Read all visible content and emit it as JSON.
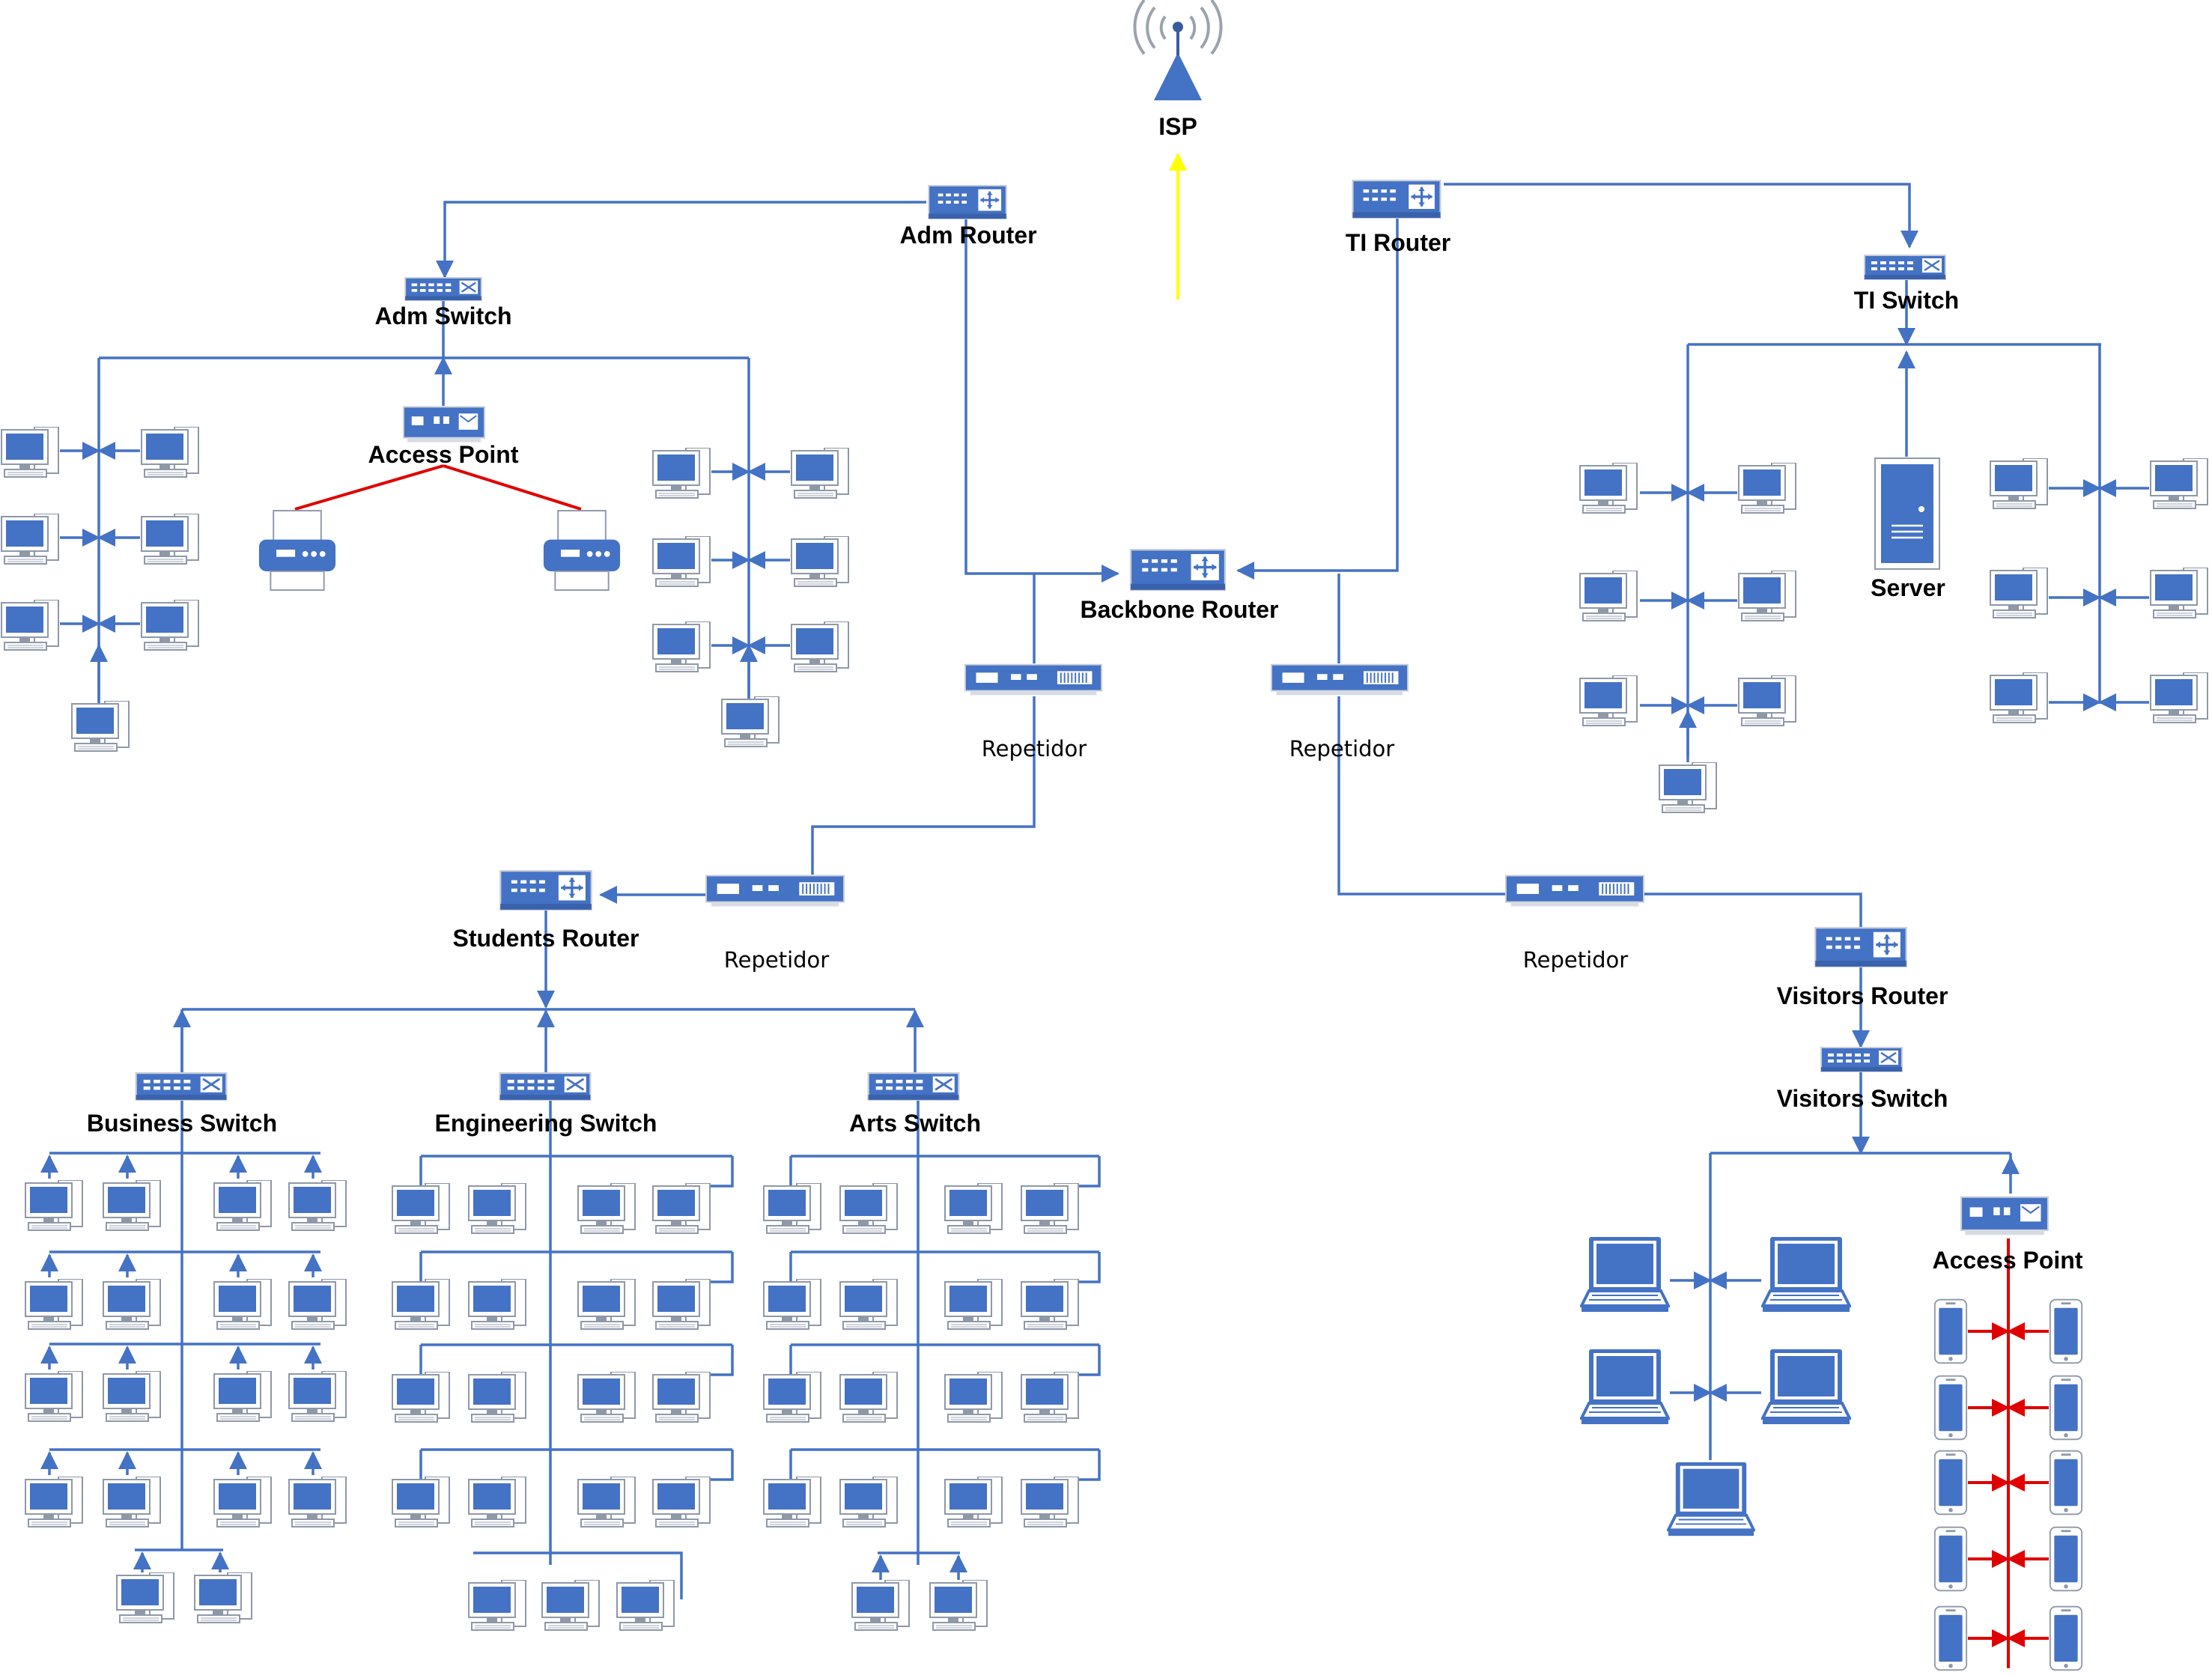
{
  "colors": {
    "link": "#4472C4",
    "device": "#4472C4",
    "device_light": "#ffffff",
    "device_border": "#c9cfd9",
    "internet_link": "#FFFF00",
    "wireless_link": "#E00000",
    "antenna": "#9aa3ad"
  },
  "labels": {
    "isp": "ISP",
    "adm_router": "Adm Router",
    "ti_router": "TI Router",
    "adm_switch": "Adm Switch",
    "ti_switch": "TI Switch",
    "access_point_adm": "Access Point",
    "backbone_router": "Backbone Router",
    "server": "Server",
    "repeater_1": "Repetidor",
    "repeater_2": "Repetidor",
    "repeater_3": "Repetidor",
    "repeater_4": "Repetidor",
    "students_router": "Students Router",
    "visitors_router": "Visitors Router",
    "visitors_switch": "Visitors Switch",
    "business_switch": "Business Switch",
    "engineering_switch": "Engineering Switch",
    "arts_switch": "Arts Switch",
    "access_point_visitors": "Access Point"
  },
  "icons": {
    "router": "router-icon",
    "switch": "switch-icon",
    "repeater": "repeater-icon",
    "access_point": "access-point-icon",
    "desktop": "desktop-computer-icon",
    "laptop": "laptop-icon",
    "printer": "printer-icon",
    "server": "server-tower-icon",
    "phone": "smartphone-icon",
    "isp": "antenna-icon"
  }
}
